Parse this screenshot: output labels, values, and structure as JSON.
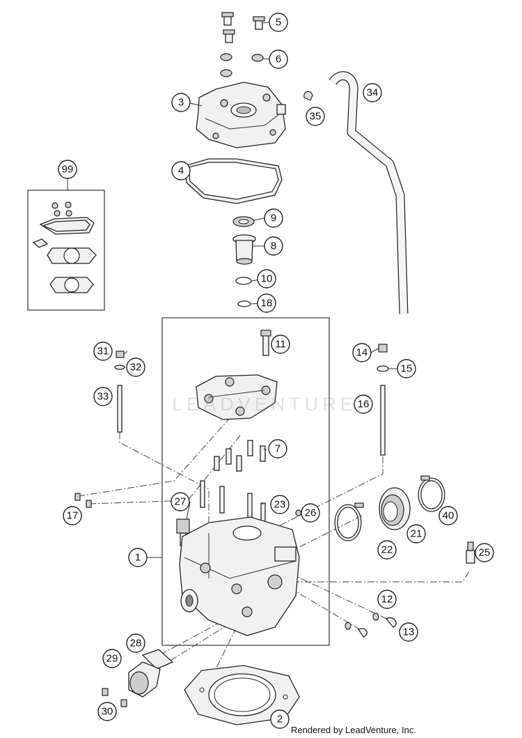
{
  "watermark": "LEADVENTURE",
  "credit": "Rendered by LeadVenture, Inc.",
  "callouts": [
    "5",
    "6",
    "3",
    "35",
    "34",
    "99",
    "4",
    "9",
    "8",
    "10",
    "18",
    "11",
    "31",
    "32",
    "33",
    "14",
    "15",
    "16",
    "7",
    "17",
    "27",
    "23",
    "26",
    "40",
    "21",
    "1",
    "22",
    "25",
    "12",
    "13",
    "28",
    "29",
    "30",
    "2"
  ]
}
